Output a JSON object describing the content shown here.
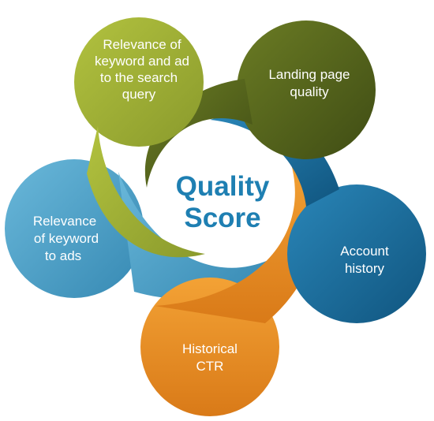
{
  "center": {
    "lines": [
      "Quality",
      "Score"
    ],
    "color": "#1e7fb2"
  },
  "factors": [
    {
      "lines": [
        "Relevance of",
        "keyword and ad",
        "to the search",
        "query"
      ],
      "color": "#9cad36"
    },
    {
      "lines": [
        "Landing page",
        "quality"
      ],
      "color": "#5a6a1e"
    },
    {
      "lines": [
        "Account",
        "history"
      ],
      "color": "#1a6fa0"
    },
    {
      "lines": [
        "Historical",
        "CTR"
      ],
      "color": "#e88a25"
    },
    {
      "lines": [
        "Relevance",
        "of keyword",
        "to ads"
      ],
      "color": "#4ea3c8"
    }
  ]
}
